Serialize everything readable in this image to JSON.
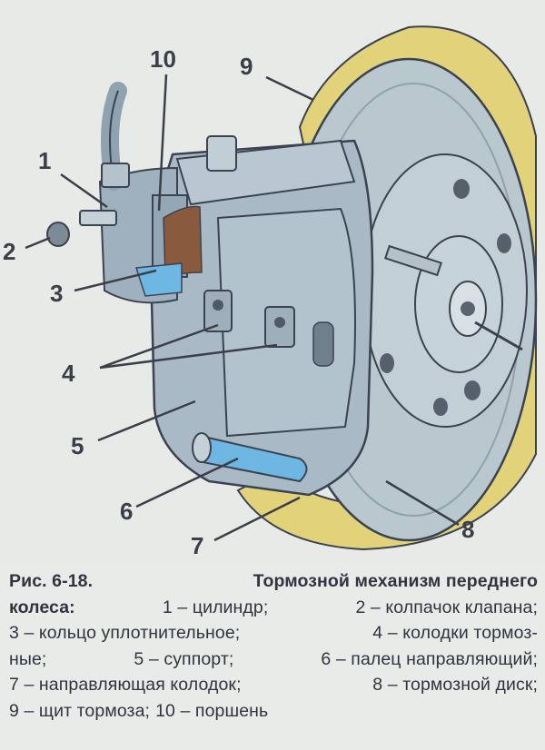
{
  "callouts": [
    {
      "id": "1",
      "text": "1"
    },
    {
      "id": "2",
      "text": "2"
    },
    {
      "id": "3",
      "text": "3"
    },
    {
      "id": "4",
      "text": "4"
    },
    {
      "id": "5",
      "text": "5"
    },
    {
      "id": "6",
      "text": "6"
    },
    {
      "id": "7",
      "text": "7"
    },
    {
      "id": "8",
      "text": "8"
    },
    {
      "id": "9",
      "text": "9"
    },
    {
      "id": "10",
      "text": "10"
    }
  ],
  "caption": {
    "fig_label": "Рис. 6-18.",
    "title_1": "Тормозной механизм переднего",
    "title_2": "колеса:",
    "legend": [
      "1 – цилиндр;",
      "2 – колпачок клапана;",
      "3 – кольцо уплотнительное;",
      "4 – колодки тормоз-",
      "ные;",
      "5 – суппорт;",
      "6 – палец направляющий;",
      "7 – направляющая колодок;",
      "8 – тормозной диск;",
      "9 – щит тормоза;",
      "10 – поршень"
    ]
  },
  "colors": {
    "disc": "#b9c7cf",
    "caliper": "#a9bac6",
    "shield": "#e2d27a",
    "accent_blue": "#6fb7e3",
    "pad_brown": "#8a5a3c",
    "outline": "#3c4350"
  }
}
